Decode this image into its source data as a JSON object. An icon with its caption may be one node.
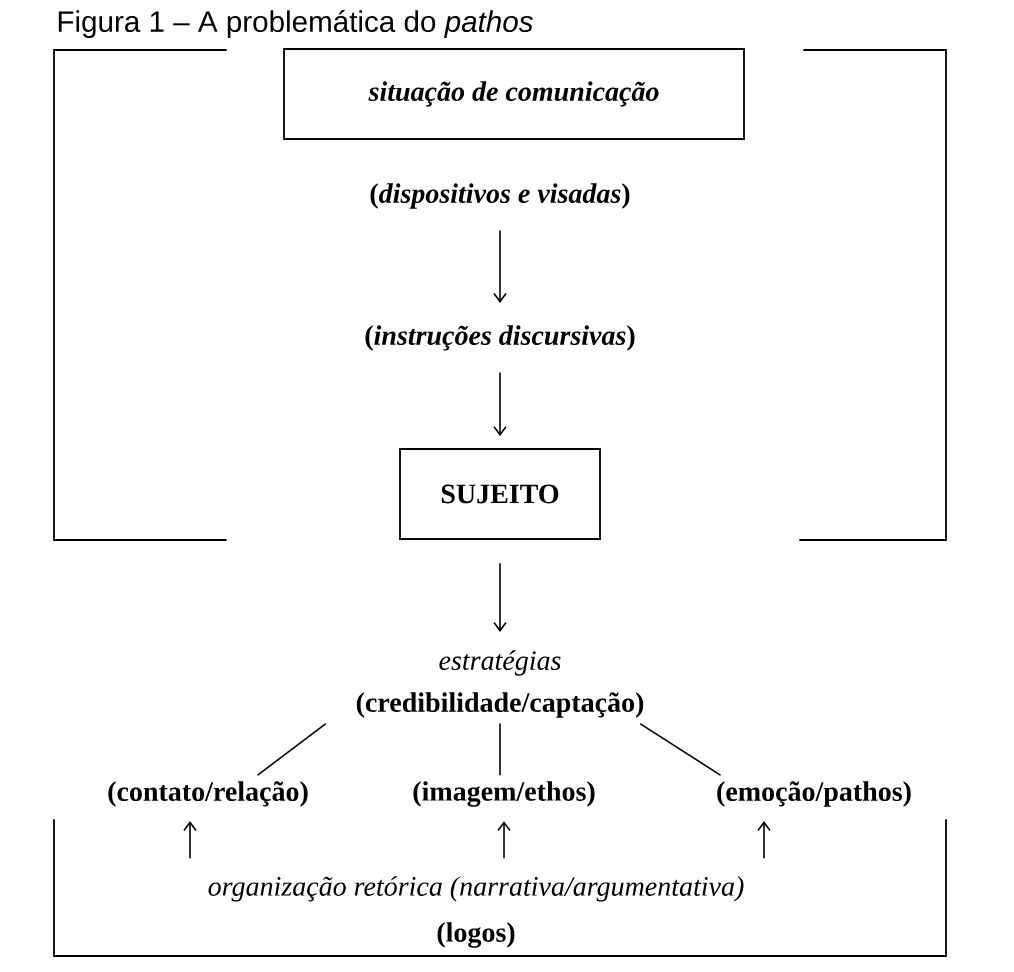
{
  "diagram": {
    "caption": "Figura 1 – A problemática do *pathos*",
    "nodes": [
      {
        "text": [
          "situação de comunicação"
        ]
      },
      {
        "text": [
          "(*dispositivos e visadas*)"
        ]
      },
      {
        "text": [
          "(*instruções discursivas*)"
        ]
      },
      {
        "text": [
          "SUJEITO"
        ]
      },
      {
        "text": [
          "estratégias",
          "(credibilidade/captação)"
        ]
      },
      {
        "text": [
          "(contato/relação)"
        ]
      },
      {
        "text": [
          "(imagem/ethos)"
        ]
      },
      {
        "text": [
          "(emoção/pathos)"
        ]
      },
      {
        "text": [
          "organização retórica (narrativa/argumentativa)",
          "(logos)"
        ]
      }
    ],
    "edges": [
      {
        "from": 1,
        "to": 2,
        "arrow": "to"
      },
      {
        "from": 2,
        "to": 3,
        "arrow": "to"
      },
      {
        "from": 3,
        "to": 4,
        "arrow": "to"
      },
      {
        "from": 4,
        "to": 5,
        "arrow": "none"
      },
      {
        "from": 4,
        "to": 6,
        "arrow": "none"
      },
      {
        "from": 4,
        "to": 7,
        "arrow": "none"
      },
      {
        "from": 8,
        "to": 5,
        "arrow": "to"
      },
      {
        "from": 8,
        "to": 6,
        "arrow": "to"
      },
      {
        "from": 8,
        "to": 7,
        "arrow": "to"
      }
    ]
  }
}
